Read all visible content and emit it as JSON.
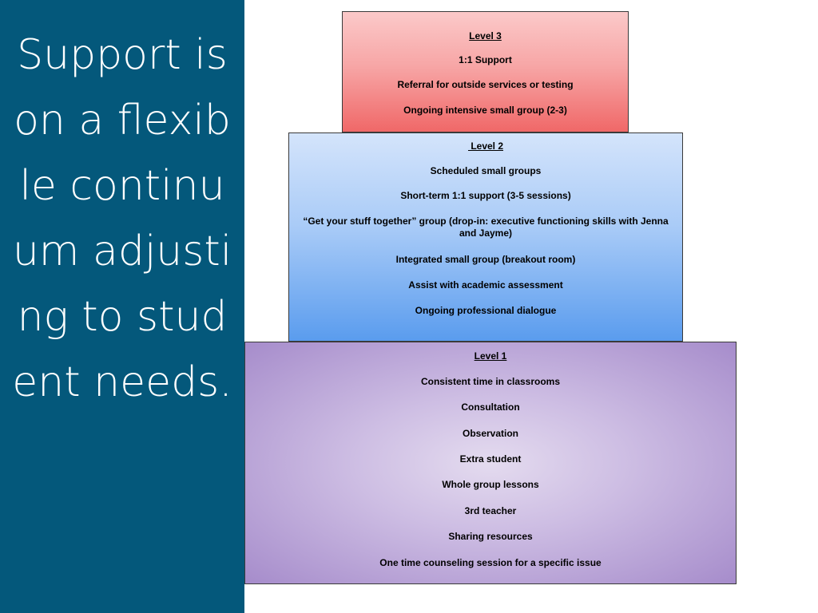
{
  "title": {
    "text": "Support is on a flexible continuum adjusting to student needs."
  },
  "colors": {
    "panel_background": "#04587b",
    "level_3_fill": "#f7a6a6",
    "level_2_fill": "#a9cbf7",
    "level_1_fill": "#cdbde3"
  },
  "levels": {
    "level_3": {
      "heading": "Level 3",
      "items": [
        "1:1 Support",
        "Referral for outside services or testing",
        "Ongoing intensive small group (2-3)"
      ]
    },
    "level_2": {
      "heading": " Level 2",
      "items": [
        "Scheduled small groups",
        "Short-term 1:1 support (3-5 sessions)",
        "“Get your stuff together” group (drop-in: executive functioning skills with Jenna and Jayme)",
        "Integrated small group (breakout room)",
        "Assist with academic assessment",
        "Ongoing professional dialogue"
      ]
    },
    "level_1": {
      "heading": "Level 1",
      "items": [
        "Consistent time in classrooms",
        "Consultation",
        "Observation",
        "Extra student",
        "Whole group lessons",
        "3rd teacher",
        "Sharing resources",
        "One time counseling session for a specific issue"
      ]
    }
  }
}
